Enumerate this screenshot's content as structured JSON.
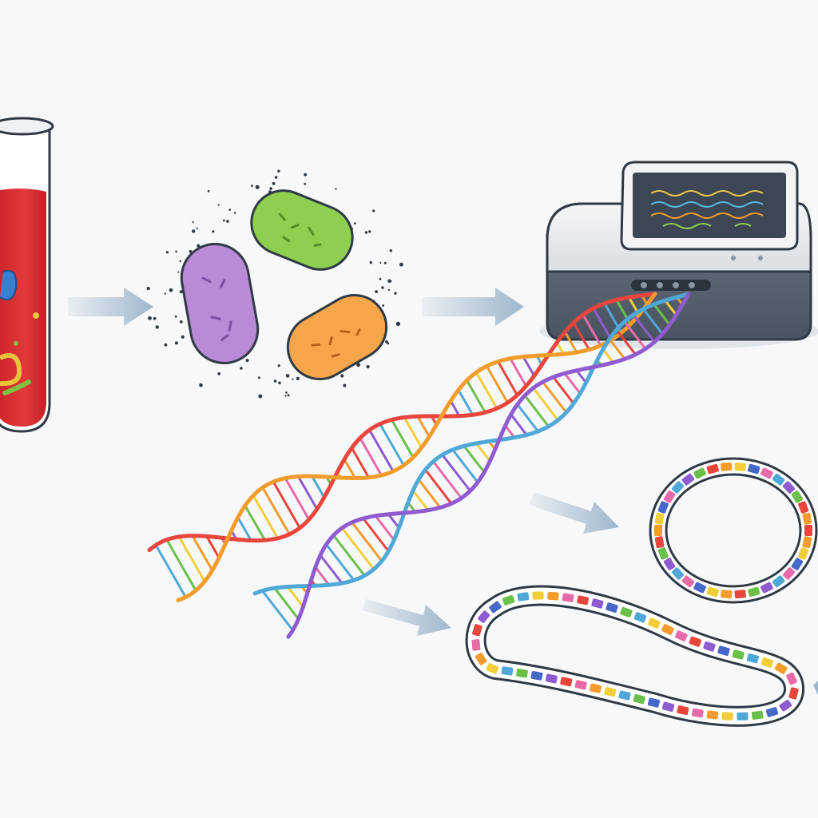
{
  "palette": {
    "background": "#f7f8f9",
    "outline": "#2f3a45",
    "arrow": "#9fb7cc",
    "blood": "#dc2f2f",
    "bacteria": [
      "#8fcf4f",
      "#b98ad6",
      "#f5a54a"
    ],
    "dna_strands": [
      "#e8453c",
      "#f39c2b",
      "#8e5bd0",
      "#4fa8d8",
      "#6cc1a0"
    ],
    "rungs": [
      "#e8453c",
      "#f39c2b",
      "#f2cf3a",
      "#6bc04b",
      "#4fa8d8",
      "#8e5bd0",
      "#e86aa6"
    ],
    "sequencer_body": "#5b6673",
    "screen": "#3c4654"
  },
  "elements": {
    "stage1": "blood-sample-tube",
    "stage2": "bacteria-cluster",
    "stage3": "dna-sequencer",
    "stage4": "dna-double-helix",
    "stage5a": "circular-genome",
    "stage5b": "linear-genome"
  },
  "pipeline": [
    "blood-sample-tube",
    "bacteria-cluster",
    "dna-sequencer",
    "dna-double-helix",
    "circular-genome",
    "linear-genome"
  ]
}
